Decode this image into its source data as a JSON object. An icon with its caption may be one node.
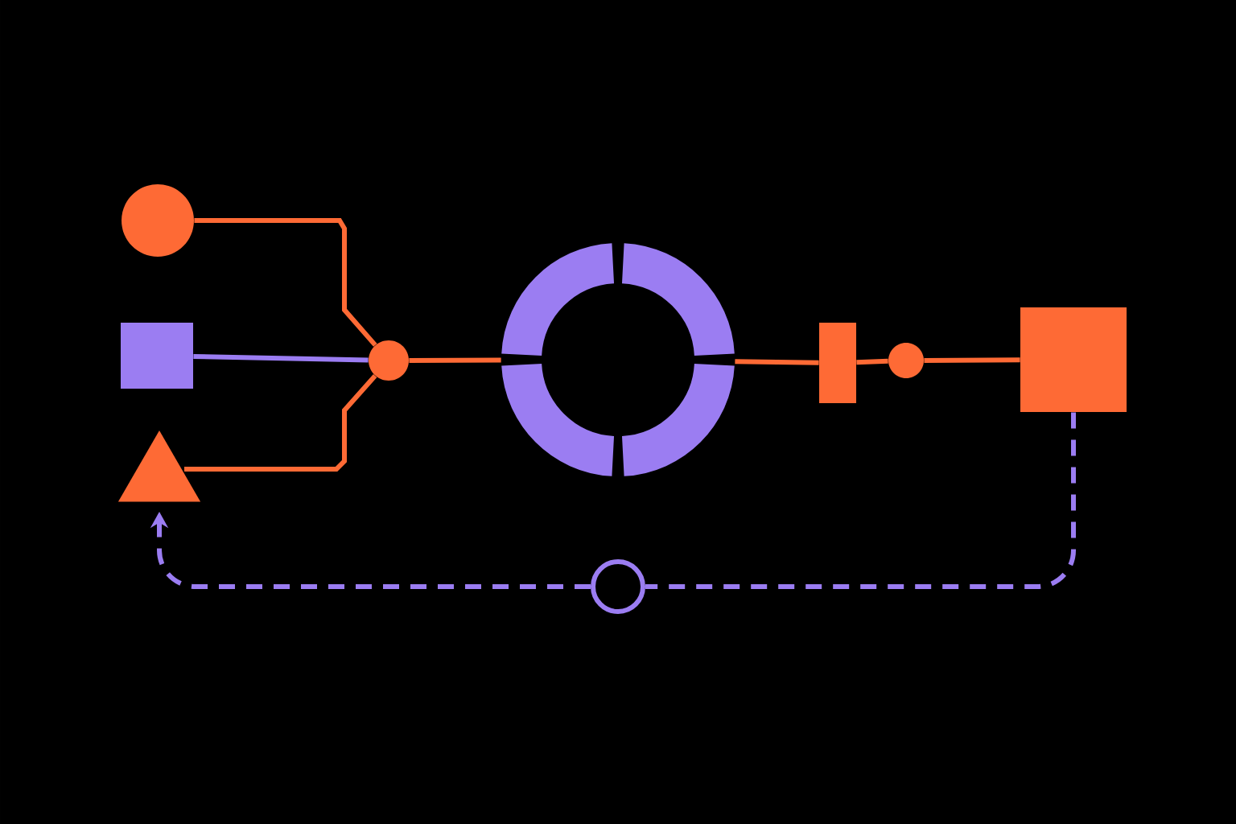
{
  "diagram": {
    "nodes": [
      {
        "text": [],
        "shape": "circle"
      },
      {
        "text": [],
        "shape": "box"
      },
      {
        "text": [],
        "shape": "triangle"
      },
      {
        "text": [],
        "shape": "circle"
      },
      {
        "text": [],
        "shape": "ring"
      },
      {
        "text": [],
        "shape": "bar"
      },
      {
        "text": [],
        "shape": "circle"
      },
      {
        "text": [],
        "shape": "box"
      },
      {
        "text": [],
        "shape": "circle"
      }
    ],
    "edges": [
      {
        "from": 0,
        "to": 3,
        "arrow": "none"
      },
      {
        "from": 1,
        "to": 3,
        "arrow": "none",
        "color": "#9b7df2"
      },
      {
        "from": 2,
        "to": 3,
        "arrow": "none"
      },
      {
        "from": 3,
        "to": 4,
        "arrow": "none"
      },
      {
        "from": 4,
        "to": 5,
        "arrow": "none"
      },
      {
        "from": 5,
        "to": 6,
        "arrow": "none"
      },
      {
        "from": 6,
        "to": 7,
        "arrow": "none"
      },
      {
        "from": 7,
        "to": 8,
        "arrow": "none",
        "style": "dashed",
        "color": "#9b7df2"
      },
      {
        "from": 8,
        "to": 2,
        "arrow": "to",
        "style": "dashed",
        "color": "#9b7df2"
      }
    ]
  }
}
